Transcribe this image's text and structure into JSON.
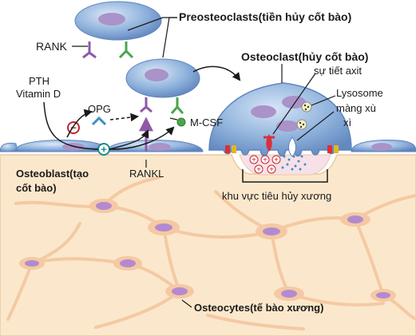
{
  "figure": {
    "labels": {
      "preosteoclasts": "Preosteoclasts(tiền hủy cốt bào)",
      "rank": "RANK",
      "osteoclast": "Osteoclast(hủy cốt bào)",
      "acid_secretion": "sự tiết axit",
      "lysosome": "Lysosome",
      "ruffled_border_line1": "màng xù",
      "ruffled_border_line2": "xì",
      "pth": "PTH",
      "vitamin_d": "Vitamin D",
      "opg": "OPG",
      "mcsf": "M-CSF",
      "rankl": "RANKL",
      "osteoblast_line1": "Osteoblast(tạo",
      "osteoblast_line2": "cốt bào)",
      "resorption_zone": "khu vực tiêu hủy xương",
      "osteocytes": "Osteocytes(tế bào xương)"
    },
    "symbols": {
      "inhibit": "−",
      "stimulate": "+",
      "plus": "+"
    },
    "colors": {
      "bone": "#fbe8cc",
      "bone_edge": "#e9c9a1",
      "cell_blue": "#8fb2dc",
      "cell_blue_dark": "#5f84bd",
      "nucleus": "#a993c9",
      "osteocyte": "#f4c9a3",
      "osteocyte_nucleus": "#b38ad0",
      "rank_purple": "#8e5aa8",
      "mcsf_green": "#4aa64a",
      "opg_blue": "#3d8fc6",
      "inhibit_red": "#c0282d",
      "stimulate_teal": "#1b8c8c",
      "acid_red": "#d8303a",
      "pit_pink": "#f7e0e8"
    },
    "icons": [
      "rank-receptor-icon",
      "mcsf-receptor-icon",
      "opg-icon",
      "inhibit-icon",
      "stimulate-icon",
      "integrin-icon"
    ]
  }
}
